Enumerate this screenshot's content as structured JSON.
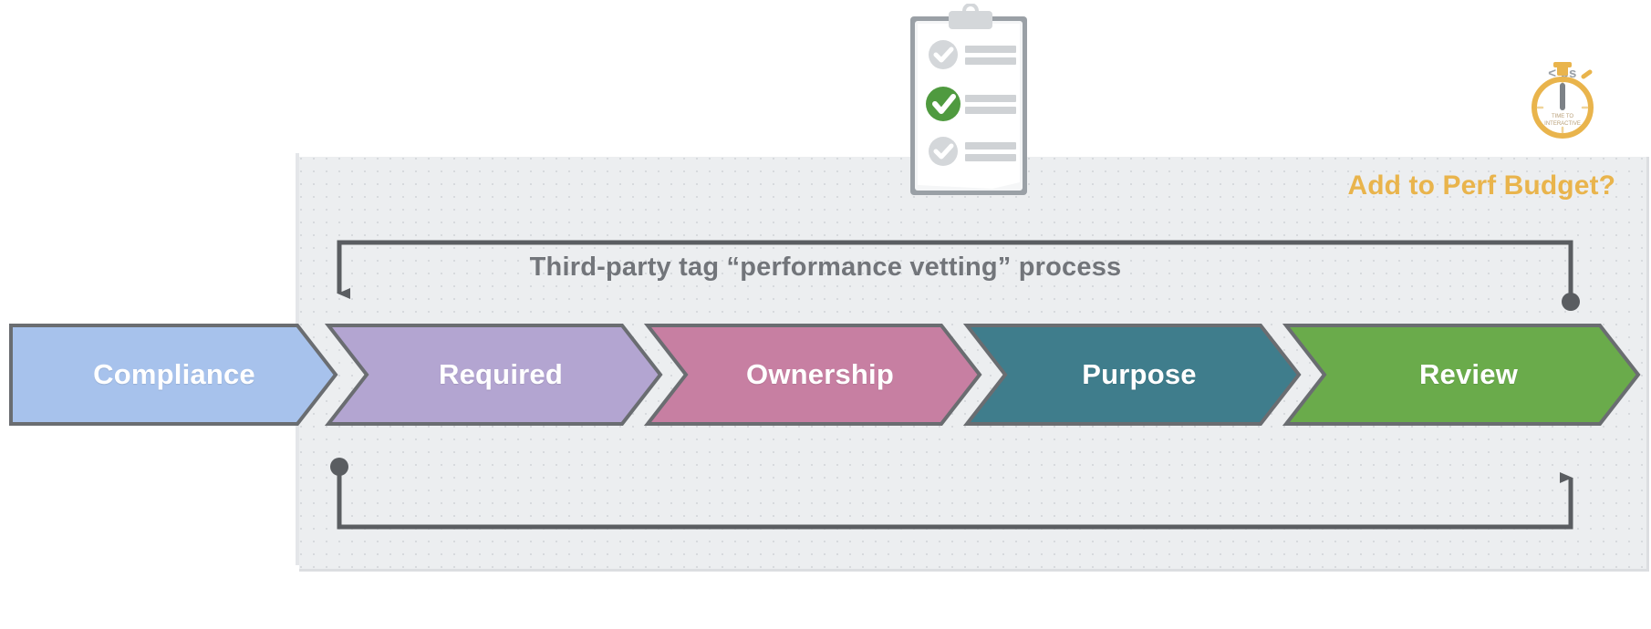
{
  "diagram": {
    "title": "Third-party tag “performance vetting” process",
    "panel_heading": "Add to Perf Budget?",
    "bg_color": "#eceef0",
    "accent_color": "#e9b44c",
    "line_color": "#5a5d61",
    "title_color": "#72757a"
  },
  "steps": [
    {
      "label": "Compliance",
      "color": "#a7c2ec",
      "stroke": "#6a6d71",
      "shape": "arrow-start"
    },
    {
      "label": "Required",
      "color": "#b3a5d1",
      "stroke": "#6a6d71",
      "shape": "chevron"
    },
    {
      "label": "Ownership",
      "color": "#c77fa2",
      "stroke": "#6a6d71",
      "shape": "chevron"
    },
    {
      "label": "Purpose",
      "color": "#3f7d8c",
      "stroke": "#6a6d71",
      "shape": "chevron"
    },
    {
      "label": "Review",
      "color": "#6aab4b",
      "stroke": "#6a6d71",
      "shape": "chevron"
    }
  ],
  "loops": {
    "top": {
      "from": "review-end",
      "to": "compliance-start",
      "start_marker": "dot",
      "end_marker": "arrow-down"
    },
    "bottom": {
      "from": "compliance-start",
      "to": "review-end",
      "start_marker": "dot",
      "end_marker": "arrow-up"
    }
  },
  "icons": {
    "clipboard": {
      "name": "checklist-clipboard-icon",
      "items": [
        {
          "state": "inactive",
          "check_color": "#cfd2d5"
        },
        {
          "state": "active",
          "check_color": "#4f9a3f"
        },
        {
          "state": "inactive",
          "check_color": "#cfd2d5"
        }
      ]
    },
    "stopwatch": {
      "name": "stopwatch-icon",
      "caption": "< 5s",
      "dial_label_line1": "TIME TO",
      "dial_label_line2": "INTERACTIVE",
      "color": "#e9b44c"
    }
  }
}
